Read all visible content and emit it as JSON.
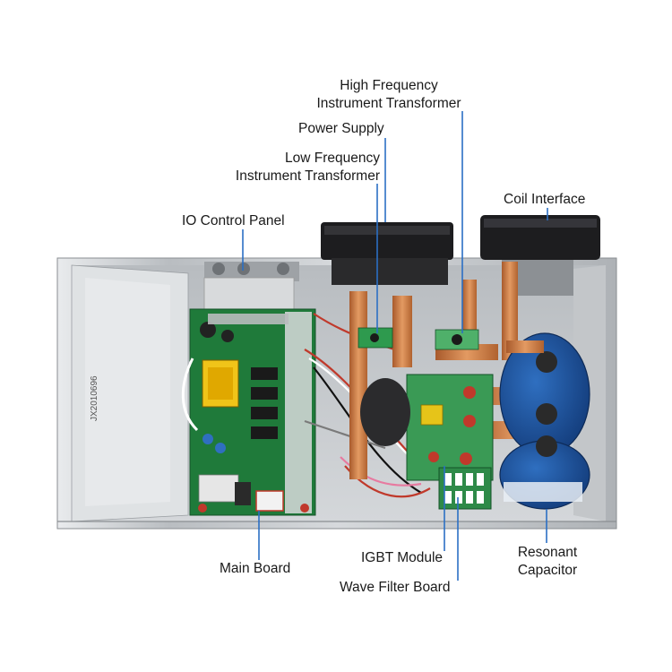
{
  "callouts": {
    "high_freq_transformer": [
      "High Frequency",
      "Instrument Transformer"
    ],
    "power_supply": [
      "Power Supply"
    ],
    "low_freq_transformer": [
      "Low Frequency",
      "Instrument Transformer"
    ],
    "coil_interface": [
      "Coil Interface"
    ],
    "io_control_panel": [
      "IO Control Panel"
    ],
    "main_board": [
      "Main Board"
    ],
    "igbt_module": [
      "IGBT Module"
    ],
    "wave_filter_board": [
      "Wave Filter Board"
    ],
    "resonant_capacitor": [
      "Resonant",
      "Capacitor"
    ]
  },
  "printed_marks": {
    "chassis_serial": "JX2010696"
  },
  "colors": {
    "leader_line": "#2b6fc4",
    "pcb_green": "#1f7a3a",
    "copper": "#c8743e",
    "chassis": "#c9cccf",
    "capacitor_blue": "#1d4f9a"
  }
}
